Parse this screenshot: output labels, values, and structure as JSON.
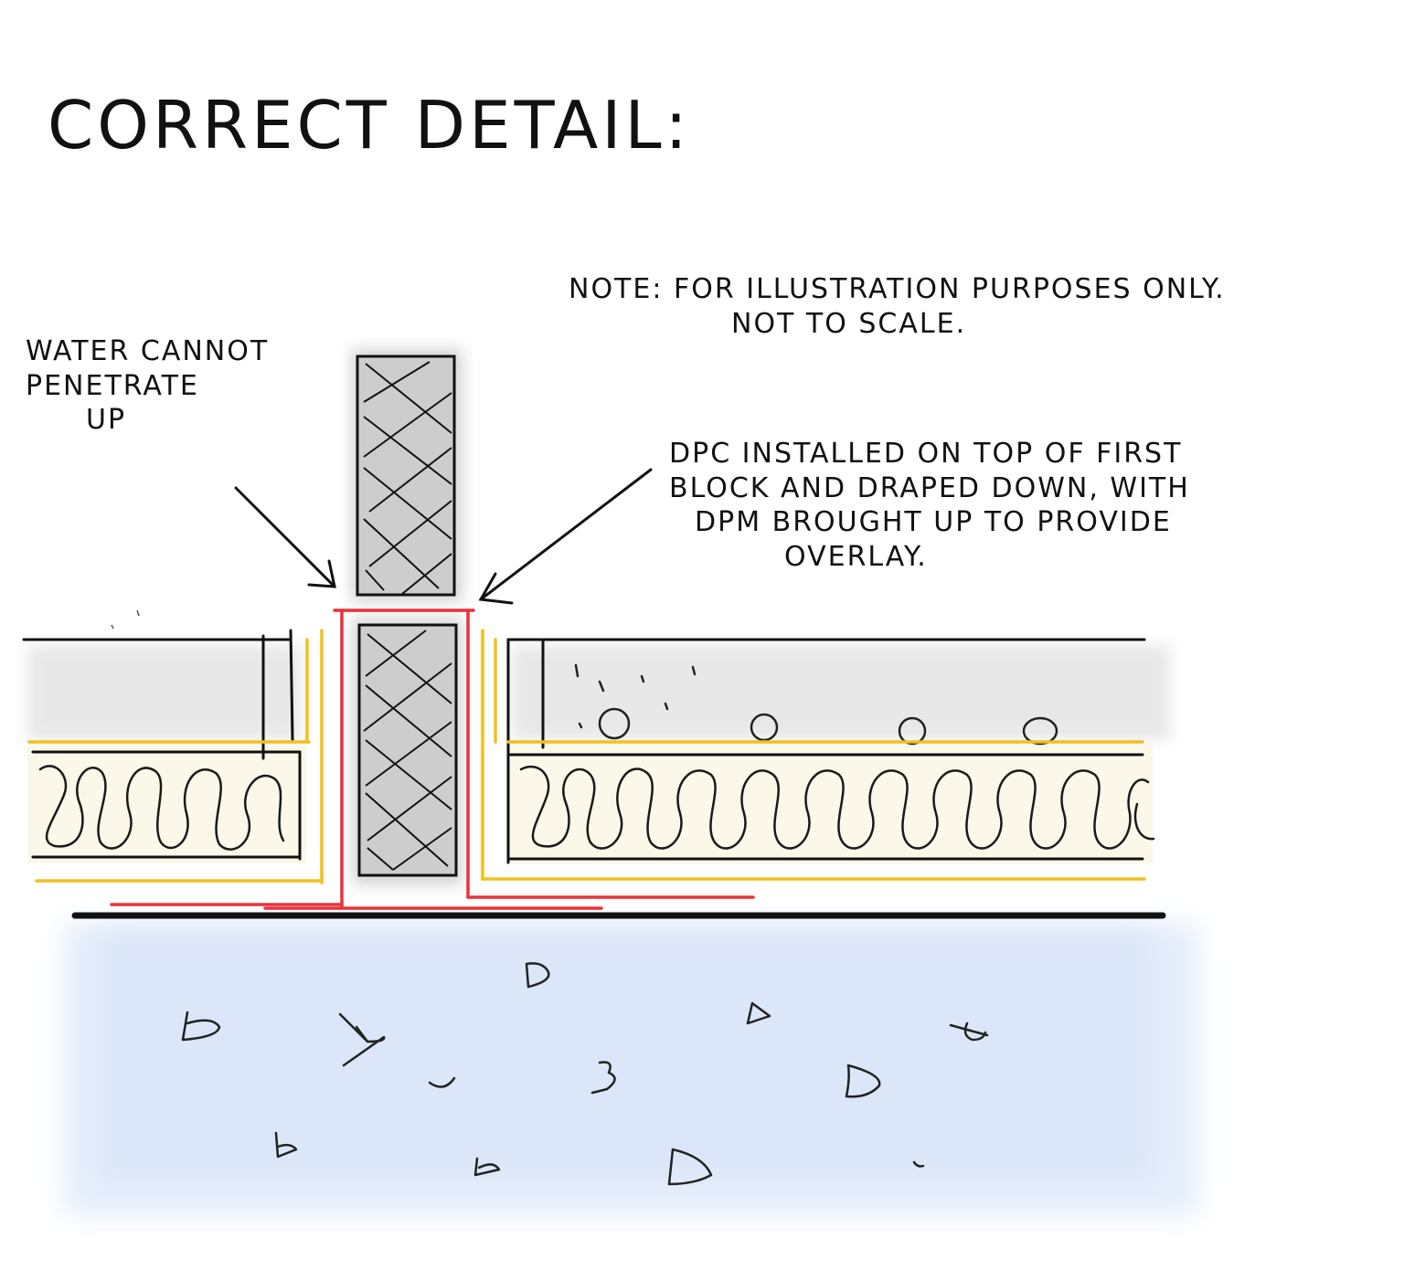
{
  "title": "CORRECT DETAIL:",
  "note": {
    "line1": "NOTE: FOR ILLUSTRATION PURPOSES ONLY.",
    "line2": "NOT TO SCALE."
  },
  "annotations": {
    "water": {
      "line1": "WATER CANNOT",
      "line2": "PENETRATE",
      "line3": "UP"
    },
    "dpc": {
      "line1": "DPC INSTALLED ON TOP OF FIRST",
      "line2": "BLOCK AND DRAPED DOWN, WITH",
      "line3": "DPM BROUGHT UP TO PROVIDE",
      "line4": "OVERLAY."
    }
  },
  "colors": {
    "ink": "#111111",
    "dpc_membrane": "#e8323c",
    "dpm_membrane": "#f2c01e",
    "block_fill": "#cfcfcf",
    "screed_fill": "#e9e9e9",
    "insulation_fill": "#fdfaee",
    "ground_fill": "#e6eefb"
  }
}
